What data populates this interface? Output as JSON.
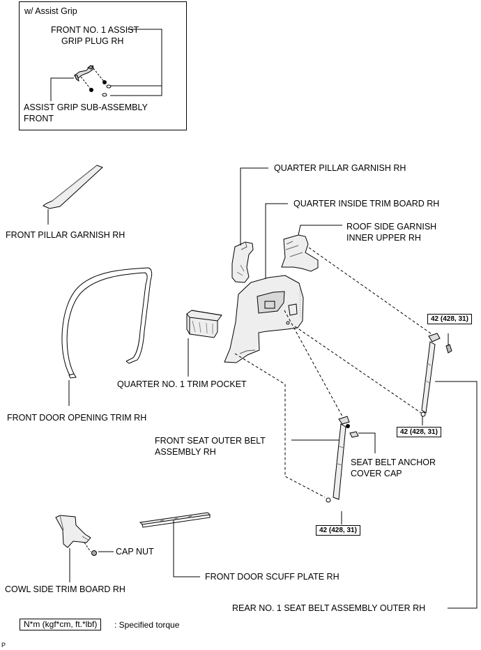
{
  "inset": {
    "title": "w/ Assist Grip",
    "labels": {
      "plug_l1": "FRONT NO. 1 ASSIST",
      "plug_l2": "GRIP PLUG RH",
      "grip_l1": "ASSIST GRIP SUB-ASSEMBLY",
      "grip_l2": "FRONT"
    }
  },
  "labels": {
    "quarter_pillar": "QUARTER PILLAR GARNISH RH",
    "quarter_inside": "QUARTER INSIDE TRIM BOARD RH",
    "roof_l1": "ROOF SIDE GARNISH",
    "roof_l2": "INNER UPPER RH",
    "front_pillar": "FRONT PILLAR GARNISH RH",
    "trim_pocket": "QUARTER NO. 1 TRIM POCKET",
    "door_opening": "FRONT DOOR OPENING TRIM RH",
    "front_belt_l1": "FRONT SEAT OUTER BELT",
    "front_belt_l2": "ASSEMBLY RH",
    "anchor_l1": "SEAT BELT ANCHOR",
    "anchor_l2": "COVER CAP",
    "cap_nut": "CAP NUT",
    "scuff_plate": "FRONT DOOR SCUFF PLATE RH",
    "cowl_side": "COWL SIDE TRIM BOARD RH",
    "rear_belt": "REAR NO. 1 SEAT BELT ASSEMBLY OUTER RH"
  },
  "torques": {
    "t1": "42 (428, 31)",
    "t2": "42 (428, 31)",
    "t3": "42 (428, 31)"
  },
  "legend": {
    "unit": "N*m (kgf*cm, ft.*lbf)",
    "text": ": Specified torque"
  },
  "corner_mark": "P"
}
